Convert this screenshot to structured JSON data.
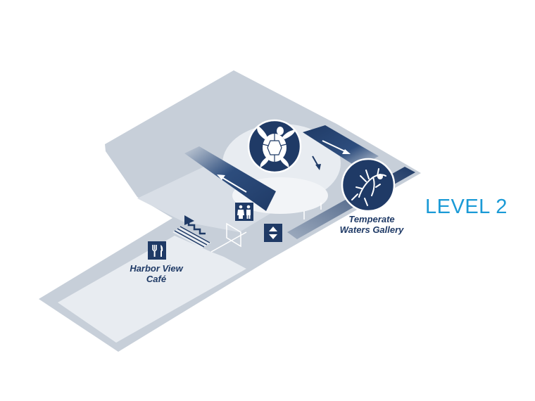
{
  "level_title": "LEVEL 2",
  "labels": {
    "cafe_line1": "Harbor View",
    "cafe_line2": "Café",
    "gallery_line1": "Temperate",
    "gallery_line2": "Waters Gallery"
  },
  "icons": {
    "turtle_exhibit": "sea-turtle-icon",
    "seadragon_exhibit": "leafy-seadragon-icon",
    "restrooms": "restroom-icon",
    "elevator": "elevator-icon",
    "dining": "fork-knife-icon",
    "stairs": "stairs-icon"
  },
  "colors": {
    "floor": "#c7cfd9",
    "floor_light": "#e8ecf1",
    "navy": "#1f3a66",
    "accent": "#1a9ad6",
    "background": "#ffffff"
  }
}
